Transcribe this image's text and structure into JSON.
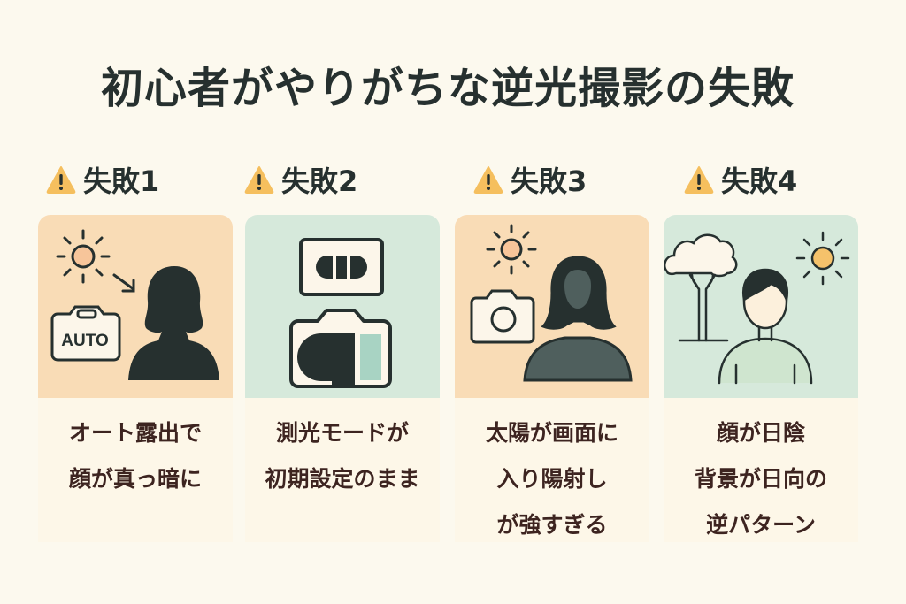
{
  "title": "初心者がやりがちな逆光撮影の失敗",
  "cards": [
    {
      "heading": "失敗1",
      "icon": "warning-icon",
      "lines": [
        "オート露出で",
        "顔が真っ暗に"
      ],
      "camera_label": "AUTO",
      "bg": "#f9dcb6"
    },
    {
      "heading": "失敗2",
      "icon": "warning-icon",
      "lines": [
        "測光モードが",
        "初期設定のまま"
      ],
      "bg": "#d6e9db"
    },
    {
      "heading": "失敗3",
      "icon": "warning-icon",
      "lines": [
        "太陽が画面に",
        "入り陽射し",
        "が強すぎる"
      ],
      "bg": "#f9dcb6"
    },
    {
      "heading": "失敗4",
      "icon": "warning-icon",
      "lines": [
        "顔が日陰",
        "背景が日向の",
        "逆パターン"
      ],
      "bg": "#d6e9db"
    }
  ],
  "colors": {
    "warning": "#f5bf5e",
    "dark": "#26302f",
    "text": "#3d2420"
  }
}
